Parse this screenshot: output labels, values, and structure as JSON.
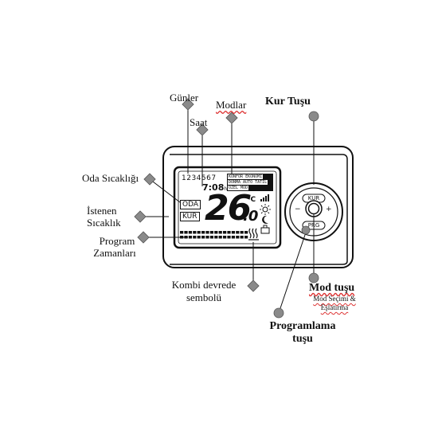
{
  "labels": {
    "gunler": "Günler",
    "saat": "Saat",
    "modlar": "Modlar",
    "kur_tusu": "Kur Tuşu",
    "oda_sicakligi": "Oda Sıcaklığı",
    "istenen_1": "İstenen",
    "istenen_2": "Sıcaklık",
    "program_1": "Program",
    "program_2": "Zamanları",
    "kombi_1": "Kombi devrede",
    "kombi_2": "sembolü",
    "mod_tusu": "Mod tuşu",
    "mod_sub_1": "Mod Seçimi &",
    "mod_sub_2": "Eşlatırma",
    "programlama_1": "Programlama",
    "programlama_2": "tuşu"
  },
  "display": {
    "days": "1234567",
    "time": "7:08",
    "time_suffix": "h",
    "badge_oda": "ODA",
    "badge_kur": "KUR",
    "temperature": "26",
    "temperature_decimal": ".0",
    "unit": "°C",
    "mode_1": "KONFOR EKONOMİ",
    "mode_2": "DONMA AUTO TATİL",
    "mode_3": "ÖZEL MOD"
  },
  "buttons": {
    "kur": "KUR",
    "prg": "PRG",
    "minus": "−",
    "plus": "+"
  },
  "colors": {
    "line": "#111111",
    "marker": "#8a8a8a",
    "marker_stroke": "#555555",
    "accent_underline": "#d33333"
  }
}
